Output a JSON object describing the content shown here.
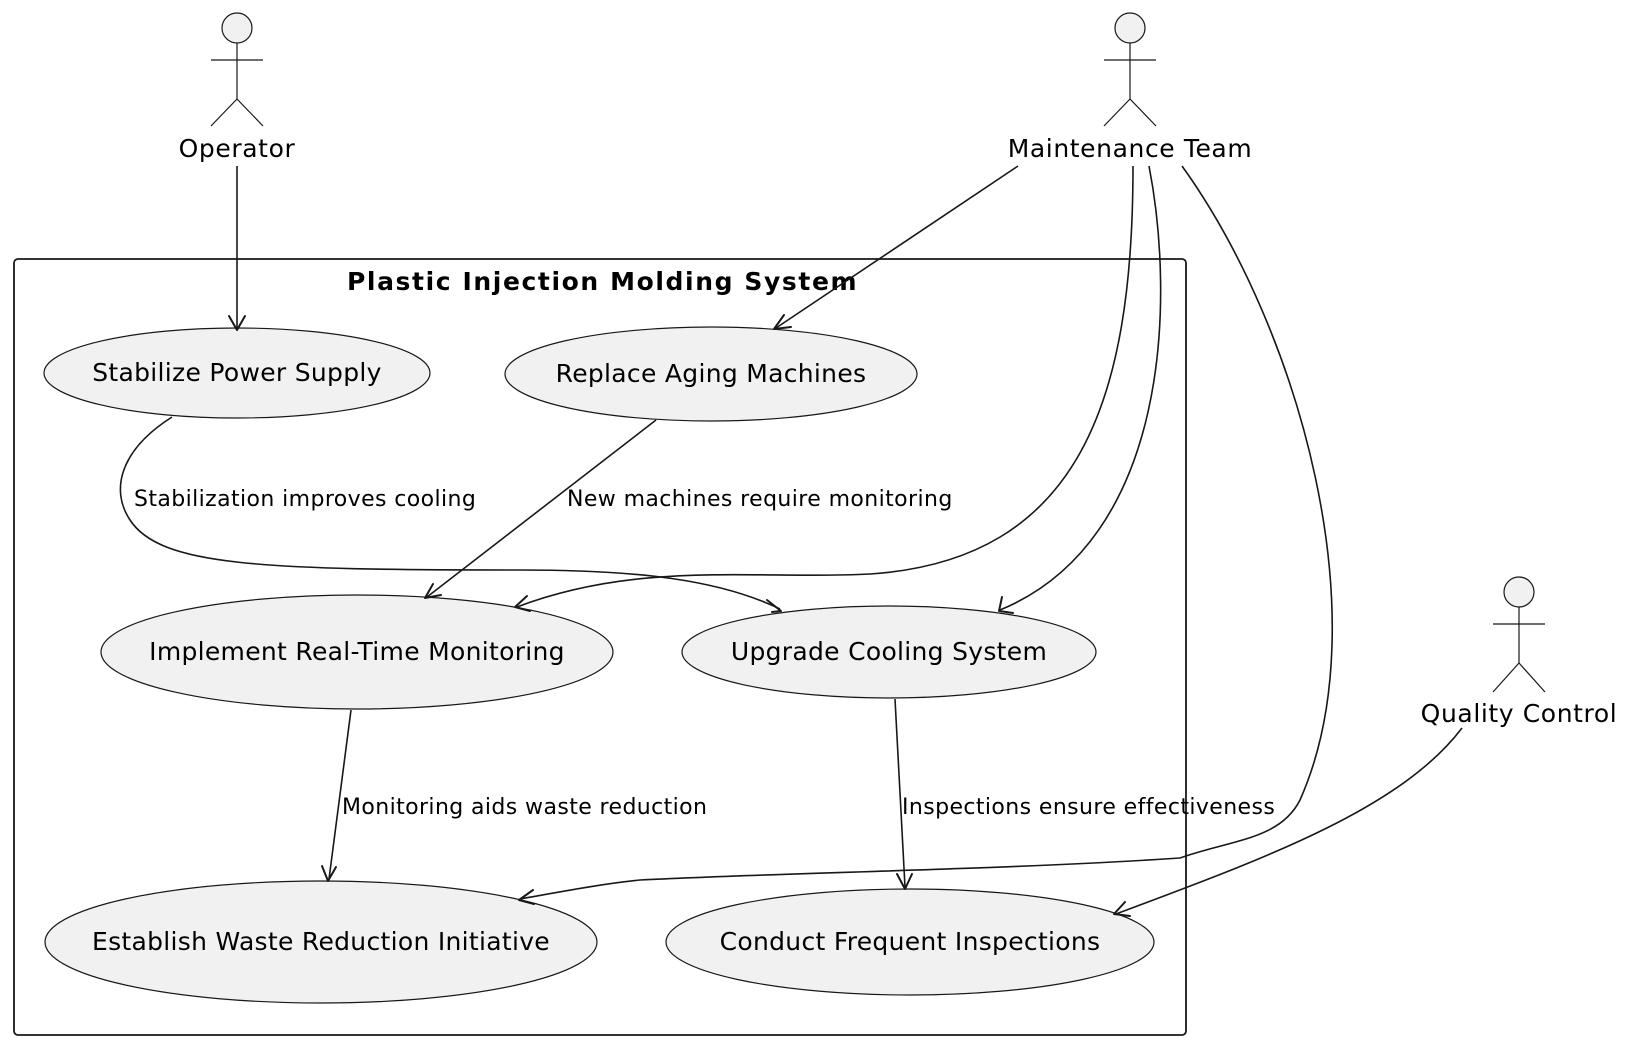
{
  "system": {
    "title": "Plastic Injection Molding System"
  },
  "actors": {
    "operator": "Operator",
    "maintenance": "Maintenance Team",
    "quality": "Quality Control"
  },
  "use_cases": {
    "stabilize": "Stabilize Power Supply",
    "replace": "Replace Aging Machines",
    "monitoring": "Implement Real-Time Monitoring",
    "cooling": "Upgrade Cooling System",
    "waste": "Establish Waste Reduction Initiative",
    "inspections": "Conduct Frequent Inspections"
  },
  "relations": {
    "stabilize_to_cooling": "Stabilization improves cooling",
    "replace_to_monitoring": "New machines require monitoring",
    "monitoring_to_waste": "Monitoring aids waste reduction",
    "cooling_to_inspections": "Inspections ensure effectiveness"
  }
}
